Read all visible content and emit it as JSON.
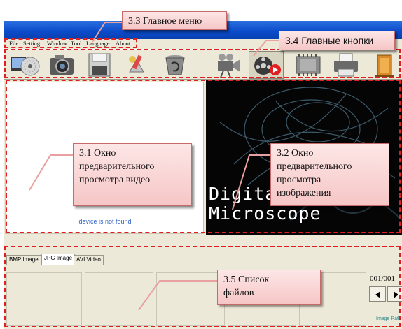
{
  "menu": {
    "items": [
      "File",
      "Setting",
      "Window",
      "Tool",
      "Language",
      "About"
    ]
  },
  "toolbar": {
    "buttons": [
      {
        "icon": "record-disc-icon"
      },
      {
        "icon": "camera-icon"
      },
      {
        "icon": "floppy-disk-icon"
      },
      {
        "icon": "tools-icon"
      },
      {
        "icon": "recycle-bin-icon"
      },
      {
        "icon": "video-camera-icon"
      },
      {
        "icon": "film-reel-icon"
      },
      {
        "icon": "chip-icon"
      },
      {
        "icon": "printer-icon"
      },
      {
        "icon": "exit-door-icon"
      }
    ]
  },
  "video_pane": {
    "status": "device is not found"
  },
  "image_pane": {
    "logo_line1": "Digita",
    "logo_line2": "Microscope"
  },
  "tabs": [
    {
      "label": "BMP Image",
      "active": false
    },
    {
      "label": "JPG Image",
      "active": true
    },
    {
      "label": "AVI Video",
      "active": false
    }
  ],
  "file_list": {
    "page_counter": "001/001",
    "image_path": "Image Path"
  },
  "annotations": {
    "main_menu": "3.3 Главное меню",
    "main_buttons": "3.4 Главные кнопки",
    "video_preview": "3.1 Окно\nпредварительного\nпросмотра видео",
    "image_preview": "3.2 Окно\nпредварительного\nпросмотра\nизображения",
    "file_list": "3.5 Список\nфайлов"
  },
  "colors": {
    "annotation_border": "#e02020",
    "callout_fill": "#f6c6c6",
    "title_bar": "#0a4ac9",
    "window_face": "#ece9d8"
  }
}
